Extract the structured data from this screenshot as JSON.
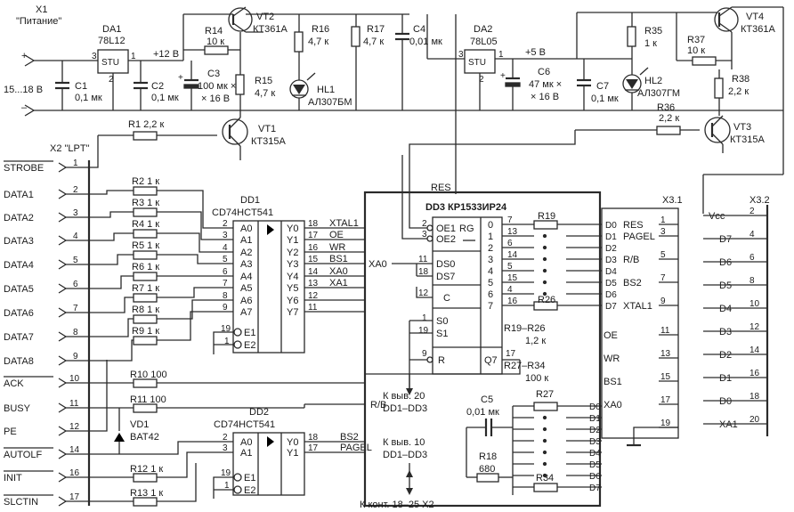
{
  "power": {
    "x1": "X1",
    "x1_name": "\"Питание\"",
    "input": "15...18 В",
    "rail12": "+12 В",
    "rail5": "+5 В",
    "da1": "DA1",
    "da1_type": "78L12",
    "da2": "DA2",
    "da2_type": "78L05",
    "stu": "STU",
    "c1": "C1",
    "c1_val": "0,1 мк",
    "c2": "C2",
    "c2_val": "0,1 мк",
    "c3": "C3",
    "c3_val1": "100 мк ×",
    "c3_val2": "× 16 В",
    "c4": "C4",
    "c4_val": "0,01 мк",
    "c6": "C6",
    "c6_val1": "47 мк ×",
    "c6_val2": "× 16 В",
    "c7": "C7",
    "c7_val": "0,1 мк",
    "r14": "R14",
    "r14_val": "10 к",
    "r15": "R15",
    "r15_val": "4,7 к",
    "r16": "R16",
    "r16_val": "4,7 к",
    "r17": "R17",
    "r17_val": "4,7 к",
    "r35": "R35",
    "r35_val": "1 к",
    "r36": "R36",
    "r36_val": "2,2 к",
    "r37": "R37",
    "r37_val": "10 к",
    "r38": "R38",
    "r38_val": "2,2 к",
    "vt1": "VT1",
    "vt1_type": "КТ315А",
    "vt2": "VT2",
    "vt2_type": "КТ361А",
    "vt3": "VT3",
    "vt3_type": "КТ315А",
    "vt4": "VT4",
    "vt4_type": "КТ361А",
    "hl1": "HL1",
    "hl1_type": "АЛ307БМ",
    "hl2": "HL2",
    "hl2_type": "АЛ307ГМ",
    "r1": "R1 2,2 к"
  },
  "lpt": {
    "title": "X2 \"LPT\"",
    "pins": [
      {
        "label": "STROBE",
        "num": "1"
      },
      {
        "label": "DATA1",
        "num": "2"
      },
      {
        "label": "DATA2",
        "num": "3"
      },
      {
        "label": "DATA3",
        "num": "4"
      },
      {
        "label": "DATA4",
        "num": "5"
      },
      {
        "label": "DATA5",
        "num": "6"
      },
      {
        "label": "DATA6",
        "num": "7"
      },
      {
        "label": "DATA7",
        "num": "8"
      },
      {
        "label": "DATA8",
        "num": "9"
      },
      {
        "label": "ACK",
        "num": "10"
      },
      {
        "label": "BUSY",
        "num": "11"
      },
      {
        "label": "PE",
        "num": "12"
      },
      {
        "label": "AUTOLF",
        "num": "14"
      },
      {
        "label": "INIT",
        "num": "16"
      },
      {
        "label": "SLCTIN",
        "num": "17"
      }
    ],
    "r_data": [
      "R2 1 к",
      "R3 1 к",
      "R4 1 к",
      "R5 1 к",
      "R6 1 к",
      "R7 1 к",
      "R8 1 к",
      "R9 1 к"
    ],
    "r10": "R10 100",
    "r11": "R11 100",
    "r12": "R12 1 к",
    "r13": "R13 1 к",
    "vd1": "VD1",
    "vd1_type": "BAT42"
  },
  "dd1": {
    "name": "DD1",
    "type": "CD74HCT541",
    "inputs": [
      "A0",
      "A1",
      "A2",
      "A3",
      "A4",
      "A5",
      "A6",
      "A7"
    ],
    "in_pins": [
      "2",
      "3",
      "4",
      "5",
      "6",
      "7",
      "8",
      "9"
    ],
    "outputs": [
      "Y0",
      "Y1",
      "Y2",
      "Y3",
      "Y4",
      "Y5",
      "Y6",
      "Y7"
    ],
    "out_pins": [
      "18",
      "17",
      "16",
      "15",
      "14",
      "13",
      "12",
      "11"
    ],
    "nets": [
      "XTAL1",
      "OE",
      "WR",
      "BS1",
      "XA0",
      "XA1",
      "",
      ""
    ],
    "e1": "E1",
    "e2": "E2",
    "e_pin1": "19",
    "e_pin2": "1"
  },
  "dd2": {
    "name": "DD2",
    "type": "CD74HCT541",
    "inputs": [
      "A0",
      "A1"
    ],
    "in_pins": [
      "2",
      "3"
    ],
    "outputs": [
      "Y0",
      "Y1"
    ],
    "out_pins": [
      "18",
      "17"
    ],
    "nets": [
      "BS2",
      "PAGEL"
    ],
    "e1": "E1",
    "e2": "E2",
    "e_pin1": "19",
    "e_pin2": "1"
  },
  "dd3": {
    "title": "DD3 КР1533ИР24",
    "res": "RES",
    "oe1": "OE1",
    "oe2": "OE2",
    "oe_pin1": "2",
    "oe_pin2": "3",
    "rg": "RG",
    "ds0": "DS0",
    "ds7": "DS7",
    "ds_pin0": "11",
    "ds_pin7": "18",
    "c": "C",
    "c_pin": "12",
    "s0": "S0",
    "s1": "S1",
    "s_pin0": "1",
    "s_pin1": "19",
    "r": "R",
    "r_pin": "9",
    "q7": "Q7",
    "q7_pin": "17",
    "xa0": "XA0",
    "bits": [
      "0",
      "1",
      "2",
      "3",
      "4",
      "5",
      "6",
      "7"
    ],
    "pins": [
      "7",
      "13",
      "6",
      "14",
      "5",
      "15",
      "4",
      "16"
    ],
    "rb": "R/B"
  },
  "notes": {
    "r19": "R19",
    "r26": "R26",
    "r19_26": "R19–R26",
    "r19_26_val": "1,2 к",
    "r27": "R27",
    "r34": "R34",
    "r27_34": "R27–R34",
    "r27_34_val": "100 к",
    "c5": "C5",
    "c5_val": "0,01 мк",
    "r18": "R18",
    "r18_val": "680",
    "pin20": "К выв. 20",
    "pin20b": "DD1–DD3",
    "pin10": "К выв. 10",
    "pin10b": "DD1–DD3",
    "x2gnd": "К конт. 18–25 X2"
  },
  "x31": {
    "name": "X3.1",
    "rows": [
      {
        "d": "D0",
        "sig": "RES",
        "pin": "1"
      },
      {
        "d": "D1",
        "sig": "PAGEL",
        "pin": "3"
      },
      {
        "d": "D2",
        "sig": "",
        "pin": ""
      },
      {
        "d": "D3",
        "sig": "R/B",
        "pin": "5"
      },
      {
        "d": "D4",
        "sig": "",
        "pin": ""
      },
      {
        "d": "D5",
        "sig": "BS2",
        "pin": "7"
      },
      {
        "d": "D6",
        "sig": "",
        "pin": ""
      },
      {
        "d": "D7",
        "sig": "XTAL1",
        "pin": "9"
      }
    ],
    "lower": [
      {
        "sig": "OE",
        "pin": "11"
      },
      {
        "sig": "WR",
        "pin": "13"
      },
      {
        "sig": "BS1",
        "pin": "15"
      },
      {
        "sig": "XA0",
        "pin": "17"
      },
      {
        "sig": "",
        "pin": "19"
      }
    ],
    "d_lower": [
      "D0",
      "D1",
      "D2",
      "D3",
      "D4",
      "D5",
      "D6",
      "D7"
    ]
  },
  "x32": {
    "name": "X3.2",
    "rows": [
      {
        "sig": "Vcc",
        "pin": "2"
      },
      {
        "sig": "D7",
        "pin": "4"
      },
      {
        "sig": "D6",
        "pin": "6"
      },
      {
        "sig": "D5",
        "pin": "8"
      },
      {
        "sig": "D4",
        "pin": "10"
      },
      {
        "sig": "D3",
        "pin": "12"
      },
      {
        "sig": "D2",
        "pin": "14"
      },
      {
        "sig": "D1",
        "pin": "16"
      },
      {
        "sig": "D0",
        "pin": "18"
      },
      {
        "sig": "XA1",
        "pin": "20"
      }
    ]
  }
}
